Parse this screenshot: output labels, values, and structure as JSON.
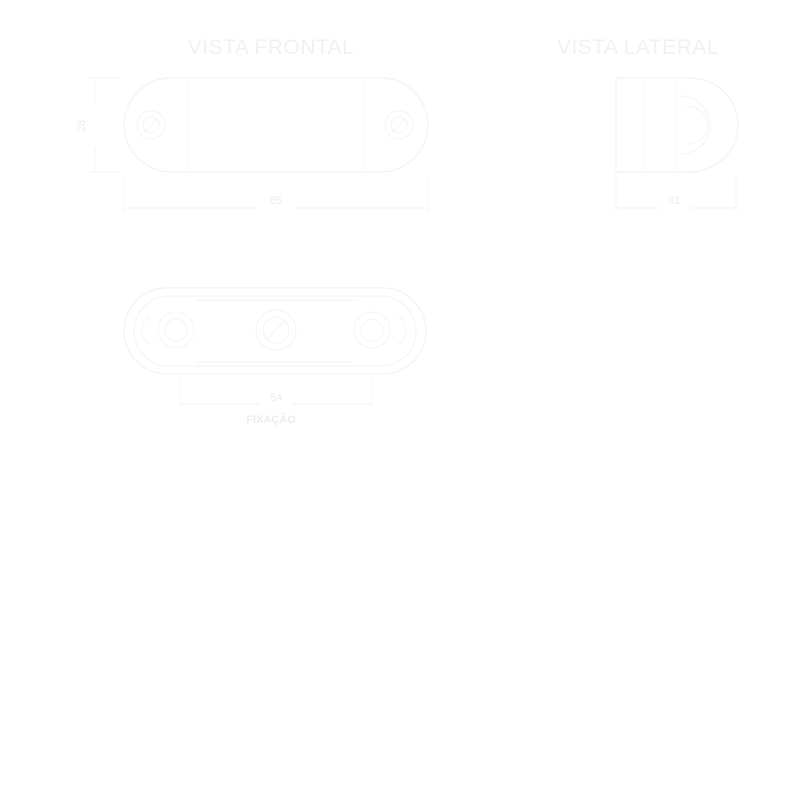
{
  "views": {
    "front": {
      "title": "VISTA FRONTAL",
      "height_dim": "28",
      "width_dim": "85"
    },
    "side": {
      "title": "VISTA LATERAL",
      "depth_dim": "31"
    },
    "mount": {
      "spacing_dim": "54",
      "caption": "FIXAÇÃO"
    }
  },
  "colors": {
    "line": "#f2f2f2",
    "text": "#ececec"
  }
}
